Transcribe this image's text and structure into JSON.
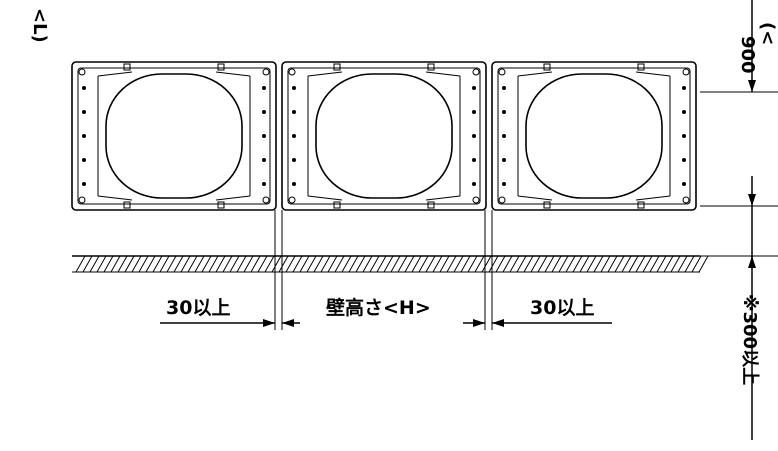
{
  "labels": {
    "left_clearance": "30以上",
    "wall_height": "壁高さ<H>",
    "right_clearance": "30以上",
    "bottom_clearance": "※300以上",
    "top_dim": "900",
    "top_left_fragment": "<L)",
    "top_right_fragment": "(<"
  },
  "units": [
    {
      "name": "fan-unit-1"
    },
    {
      "name": "fan-unit-2"
    },
    {
      "name": "fan-unit-3"
    }
  ],
  "colors": {
    "line": "#000000",
    "background": "#ffffff"
  }
}
